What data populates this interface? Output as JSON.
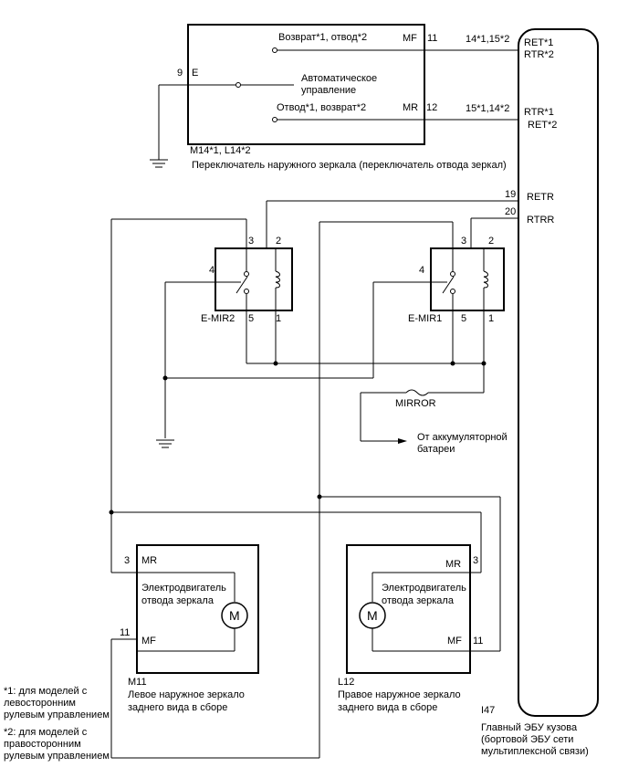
{
  "switch_block": {
    "ret_label": "Возврат*1, отвод*2",
    "auto_label_1": "Автоматическое",
    "auto_label_2": "управление",
    "retract_label": "Отвод*1, возврат*2",
    "pin_mf": "MF",
    "pin_mr": "MR",
    "pin_e": "E",
    "pin_9": "9",
    "pin_11": "11",
    "pin_12": "12",
    "code": "M14*1, L14*2",
    "name": "Переключатель наружного зеркала (переключатель отвода зеркал)"
  },
  "wires": {
    "top_pins": "14*1,15*2",
    "bottom_pins": "15*1,14*2",
    "pin_19": "19",
    "pin_20": "20"
  },
  "ecu": {
    "ret1": "RET*1",
    "rtr2": "RTR*2",
    "rtr1": "RTR*1",
    "ret2": "RET*2",
    "retr": "RETR",
    "rtrr": "RTRR",
    "code": "I47",
    "name_1": "Главный ЭБУ кузова",
    "name_2": "(бортовой ЭБУ сети",
    "name_3": "мультиплексной связи)"
  },
  "relay2": {
    "name": "E-MIR2",
    "p1": "1",
    "p2": "2",
    "p3": "3",
    "p4": "4",
    "p5": "5"
  },
  "relay1": {
    "name": "E-MIR1",
    "p1": "1",
    "p2": "2",
    "p3": "3",
    "p4": "4",
    "p5": "5"
  },
  "fuse": {
    "name": "MIRROR",
    "battery_1": "От аккумуляторной",
    "battery_2": "батареи"
  },
  "left_mirror": {
    "pin_mr": "MR",
    "pin_mf": "MF",
    "pin_3": "3",
    "pin_11": "11",
    "motor_1": "Электродвигатель",
    "motor_2": "отвода зеркала",
    "motor_symbol": "M",
    "code": "M11",
    "name_1": "Левое наружное зеркало",
    "name_2": "заднего вида в сборе"
  },
  "right_mirror": {
    "pin_mr": "MR",
    "pin_mf": "MF",
    "pin_3": "3",
    "pin_11": "11",
    "motor_1": "Электродвигатель",
    "motor_2": "отвода зеркала",
    "motor_symbol": "M",
    "code": "L12",
    "name_1": "Правое наружное зеркало",
    "name_2": "заднего вида в сборе"
  },
  "notes": {
    "n1_a": "*1: для моделей с",
    "n1_b": "левосторонним",
    "n1_c": "рулевым управлением",
    "n2_a": "*2: для моделей с",
    "n2_b": "правосторонним",
    "n2_c": "рулевым управлением"
  }
}
